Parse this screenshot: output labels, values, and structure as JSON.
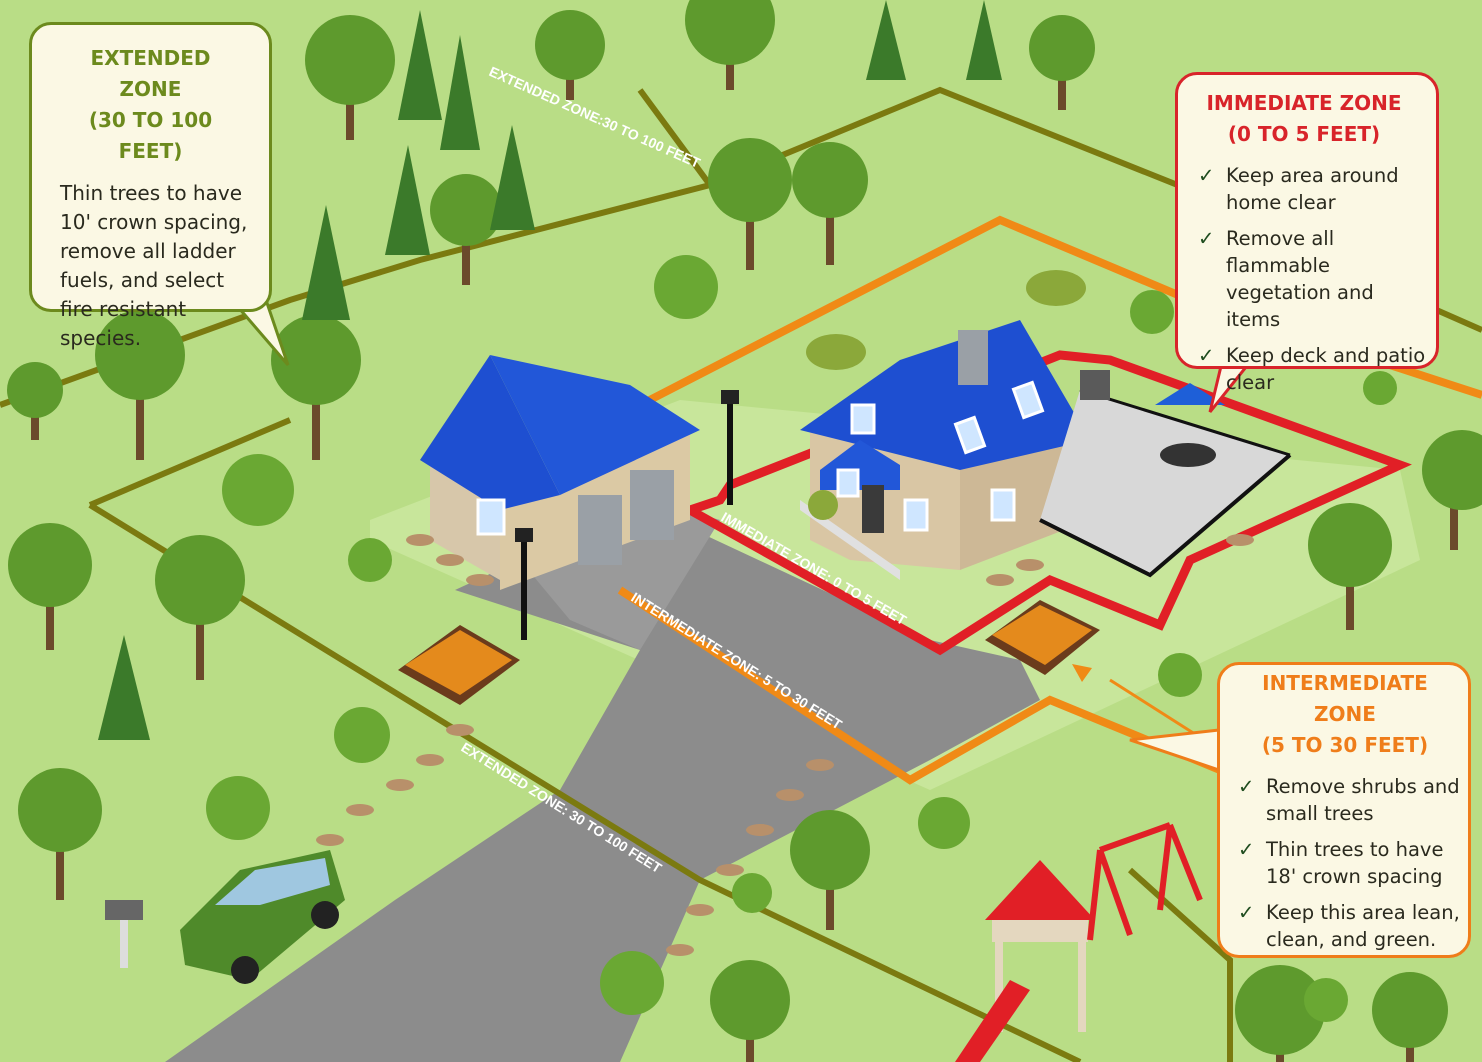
{
  "extended_callout": {
    "title_line1": "EXTENDED ZONE",
    "title_line2": "(30 TO 100 FEET)",
    "body": "Thin trees to have 10' crown spacing, remove all ladder fuels, and select fire resistant species."
  },
  "immediate_callout": {
    "title_line1": "IMMEDIATE ZONE",
    "title_line2": "(0 TO 5 FEET)",
    "items": [
      "Keep area around home clear",
      "Remove all flammable vegetation and items",
      "Keep deck and patio clear"
    ]
  },
  "intermediate_callout": {
    "title_line1": "INTERMEDIATE ZONE",
    "title_line2": "(5 TO 30 FEET)",
    "items": [
      "Remove shrubs and small trees",
      "Thin trees to have 18' crown spacing",
      "Keep this area lean, clean, and green."
    ]
  },
  "path_labels": {
    "extended_top": "EXTENDED ZONE:30 TO 100 FEET",
    "immediate": "IMMEDIATE ZONE:  0 TO 5 FEET",
    "intermediate": "INTERMEDIATE ZONE:  5 TO 30 FEET",
    "extended_bottom": "EXTENDED ZONE:  30 TO 100 FEET"
  },
  "colors": {
    "grass": "#b9dd86",
    "extended_zone": "#7b7a10",
    "intermediate_zone": "#f08a16",
    "immediate_zone": "#e11f26",
    "roof": "#1e4fd1",
    "road": "#8c8c8c"
  }
}
